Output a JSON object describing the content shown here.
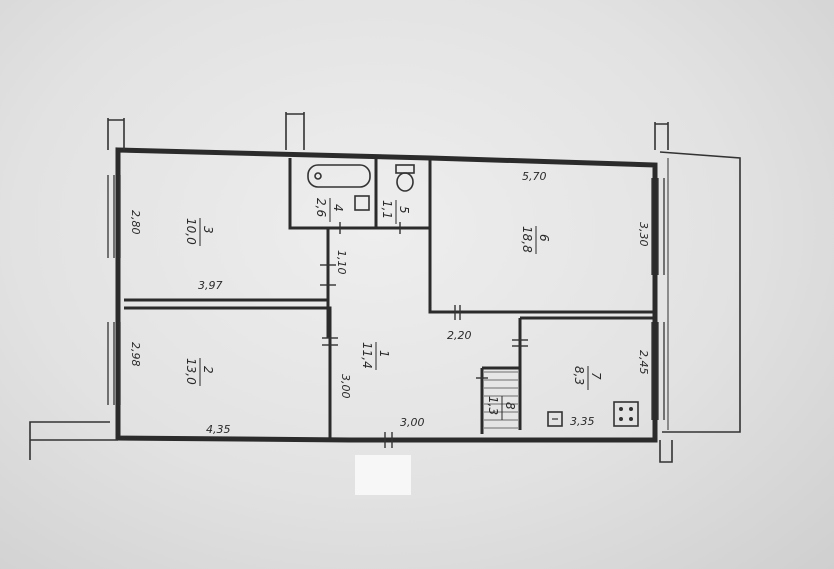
{
  "rooms": [
    {
      "id": "1",
      "area": "11,4"
    },
    {
      "id": "2",
      "area": "13,0"
    },
    {
      "id": "3",
      "area": "10,0"
    },
    {
      "id": "4",
      "area": "2,6"
    },
    {
      "id": "5",
      "area": "1,1"
    },
    {
      "id": "6",
      "area": "18,8"
    },
    {
      "id": "7",
      "area": "8,3"
    },
    {
      "id": "8",
      "area": "1,3"
    }
  ],
  "dimensions": {
    "d_570": "5,70",
    "d_330": "3,30",
    "d_245": "2,45",
    "d_335": "3,35",
    "d_220": "2,20",
    "d_397": "3,97",
    "d_280": "2,80",
    "d_298": "2,98",
    "d_435": "4,35",
    "d_300a": "3,00",
    "d_300b": "3,00",
    "d_110": "1,10"
  }
}
